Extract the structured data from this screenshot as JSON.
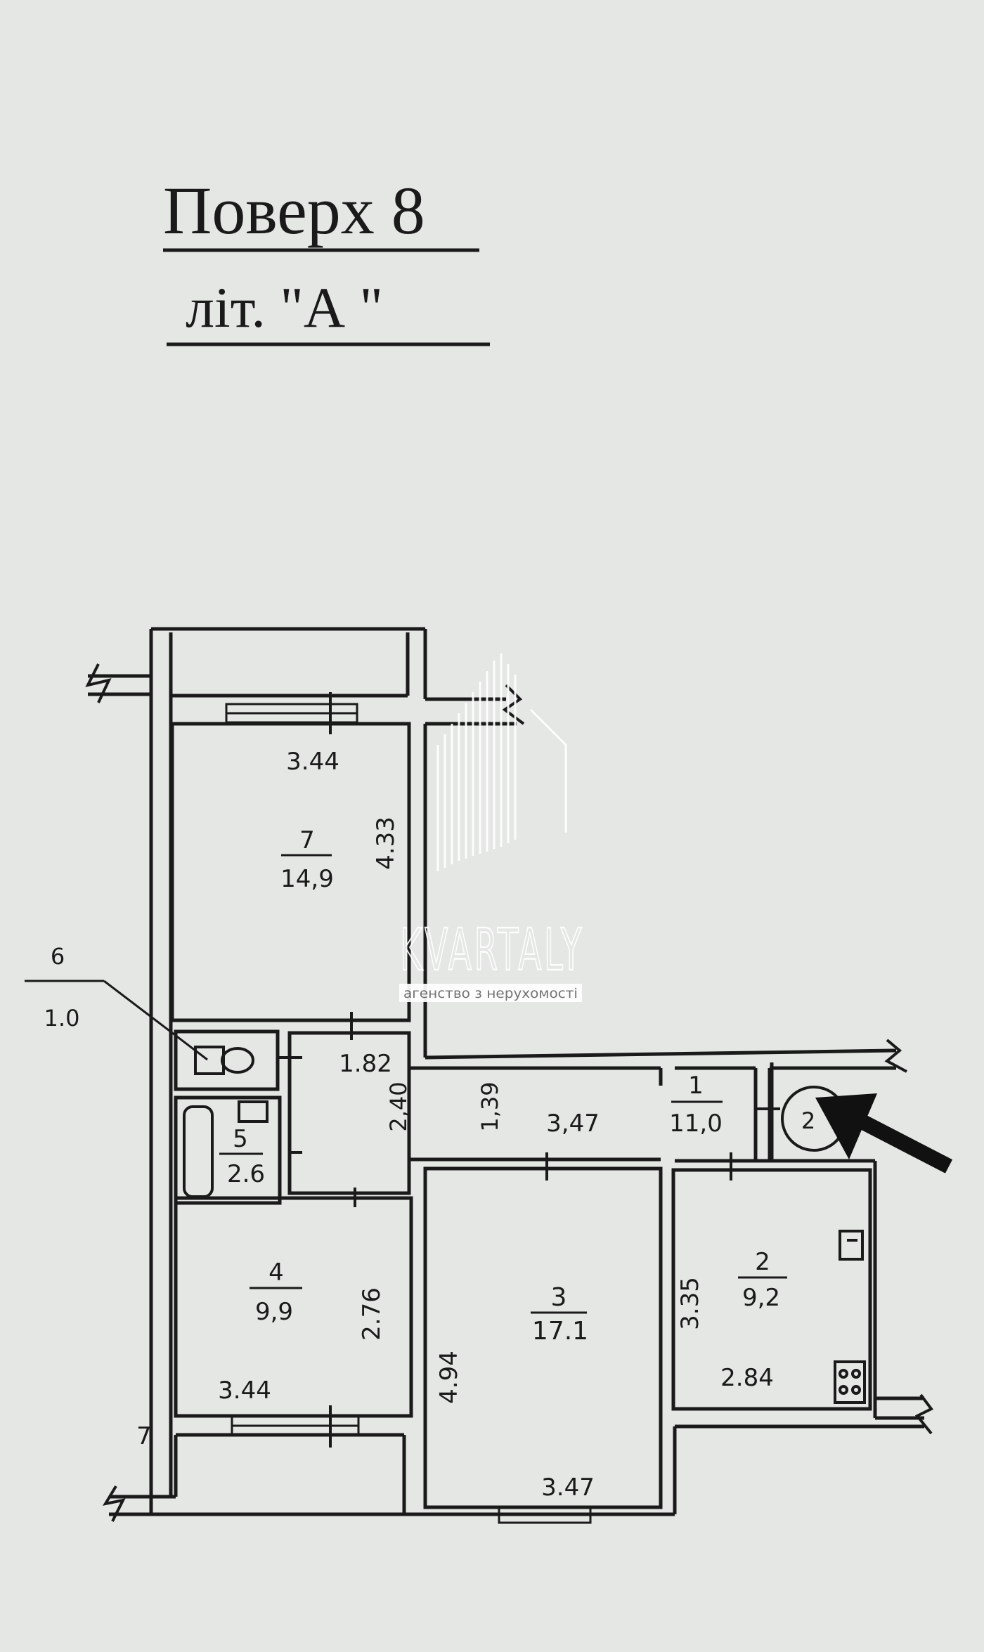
{
  "title": {
    "line1": "Поверх 8",
    "line2": "літ. \"А  \""
  },
  "watermark": {
    "brand": "KVARTALY",
    "tagline": "агенство з нерухомості"
  },
  "rooms": [
    {
      "id": "1",
      "number": "1",
      "area": "11,0"
    },
    {
      "id": "2",
      "number": "2",
      "area": "9,2"
    },
    {
      "id": "3",
      "number": "3",
      "area": "17.1"
    },
    {
      "id": "4",
      "number": "4",
      "area": "9,9"
    },
    {
      "id": "5",
      "number": "5",
      "area": "2.6"
    },
    {
      "id": "6",
      "number": "6",
      "area": "1.0"
    },
    {
      "id": "7",
      "number": "7",
      "area": "14,9"
    }
  ],
  "dimensions": {
    "room7_width": "3.44",
    "room7_depth": "4.33",
    "hall_width": "1.82",
    "hall_depth": "2,40",
    "corridor_depth": "1,39",
    "corridor_length": "3,47",
    "room4_width": "3.44",
    "room4_depth": "2.76",
    "room3_depth": "4.94",
    "room3_width": "3.47",
    "room2_depth": "3.35",
    "room2_width": "2.84"
  },
  "marks": {
    "shaft_number": "2",
    "corner_number": "7"
  },
  "colors": {
    "paper": "#e4e7e4",
    "ink": "#1a1a1a",
    "watermark": "#ffffff"
  }
}
